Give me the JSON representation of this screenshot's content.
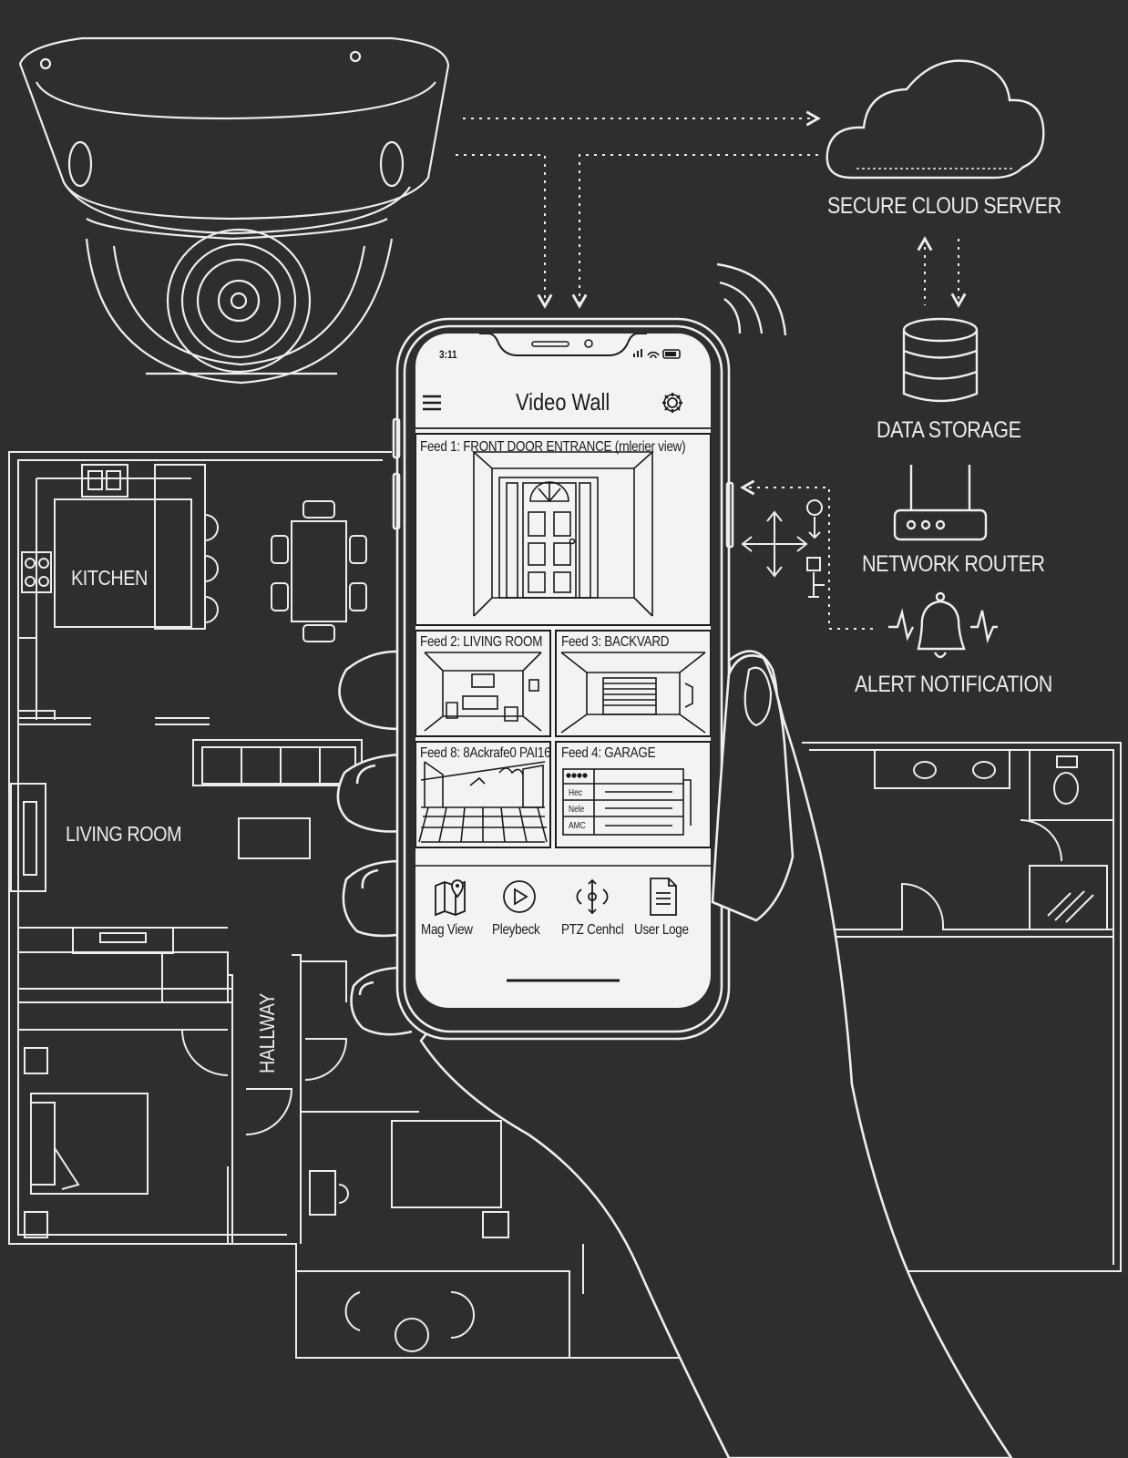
{
  "diagram": {
    "labels": {
      "cloud": "SECURE CLOUD SERVER",
      "storage": "DATA STORAGE",
      "router": "NETWORK ROUTER",
      "alert": "ALERT NOTIFICATION"
    },
    "rooms": {
      "kitchen": "KITCHEN",
      "living_room": "LIVING ROOM",
      "hallway": "HALLWAY"
    }
  },
  "phone": {
    "status_time": "3:11",
    "title": "Video Wall",
    "feeds": [
      {
        "title": "Feed 1: FRONT DOOR ENTRANCE (rnlerier view)"
      },
      {
        "title": "Feed 2: LIVING ROOM"
      },
      {
        "title": "Feed 3: BACKVARD"
      },
      {
        "title": "Feed 8: 8Ackrafe0 PAI16"
      },
      {
        "title": "Feed 4: GARAGE"
      }
    ],
    "garage_rows": [
      "Hec",
      "Nele",
      "AMC"
    ],
    "nav": [
      {
        "label": "Mag View",
        "icon": "map-pin-icon"
      },
      {
        "label": "Pleybeck",
        "icon": "play-icon"
      },
      {
        "label": "PTZ Cenhcl",
        "icon": "ptz-control-icon"
      },
      {
        "label": "User Loge",
        "icon": "document-icon"
      }
    ]
  },
  "colors": {
    "background": "#2e2e2f",
    "line": "#eeeeee",
    "screen": "#f3f3f1",
    "ink": "#1b1b1b"
  }
}
